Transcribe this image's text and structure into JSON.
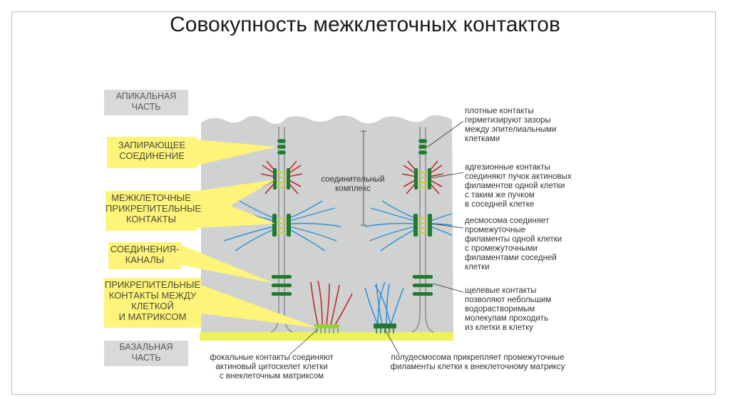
{
  "title": "Совокупность межклеточных контактов",
  "left_labels": {
    "apical": "АПИКАЛЬНАЯ\nЧАСТЬ",
    "tight": "ЗАПИРАЮЩЕЕ\nСОЕДИНЕНИЕ",
    "anchoring": "МЕЖКЛЕТОЧНЫЕ\nПРИКРЕПИТЕЛЬНЫЕ\nКОНТАКТЫ",
    "channels": "СОЕДИНЕНИЯ-\nКАНАЛЫ",
    "matrix": "ПРИКРЕПИТЕЛЬНЫЕ\nКОНТАКТЫ МЕЖДУ\nКЛЕТКОЙ\nИ МАТРИКСОМ",
    "basal": "БАЗАЛЬНАЯ\nЧАСТЬ"
  },
  "center_label": "соединительный\nкомплекс",
  "right_labels": {
    "tight": "плотные контакты\nгерметизируют зазоры\nмежду эпителиальными\nклетками",
    "adherens": "адгезионные контакты\nсоединяют пучок актиновых\nфиламентов одной клетки\nс таким же пучком\nв соседней клетке",
    "desmosome": "десмосома соединяет\nпромежуточные\nфиламенты одной клетки\nс промежуточными\nфиламентами соседней\nклетки",
    "gap": "щелевые контакты\nпозволяют небольшим\nводорастворимым\nмолекулам проходить\nиз клетки в клетку"
  },
  "bottom_labels": {
    "focal": "фокальные контакты соединяют\nактиновый цитоскелет клетки\nс внеклеточным матриксом",
    "hemidesmosome": "полудесмосома прикрепляет промежуточные\nфиламенты клетки к внеклеточному матриксу"
  },
  "colors": {
    "cell": "#cfd2d0",
    "membrane": "#8a8d8c",
    "junction_green": "#1f7a32",
    "actin_red": "#c0272d",
    "keratin_blue": "#2f8fd8",
    "basal_lamina": "#eef25a",
    "label_yellow": "#fef47a",
    "label_grey": "#d9d9d9"
  }
}
